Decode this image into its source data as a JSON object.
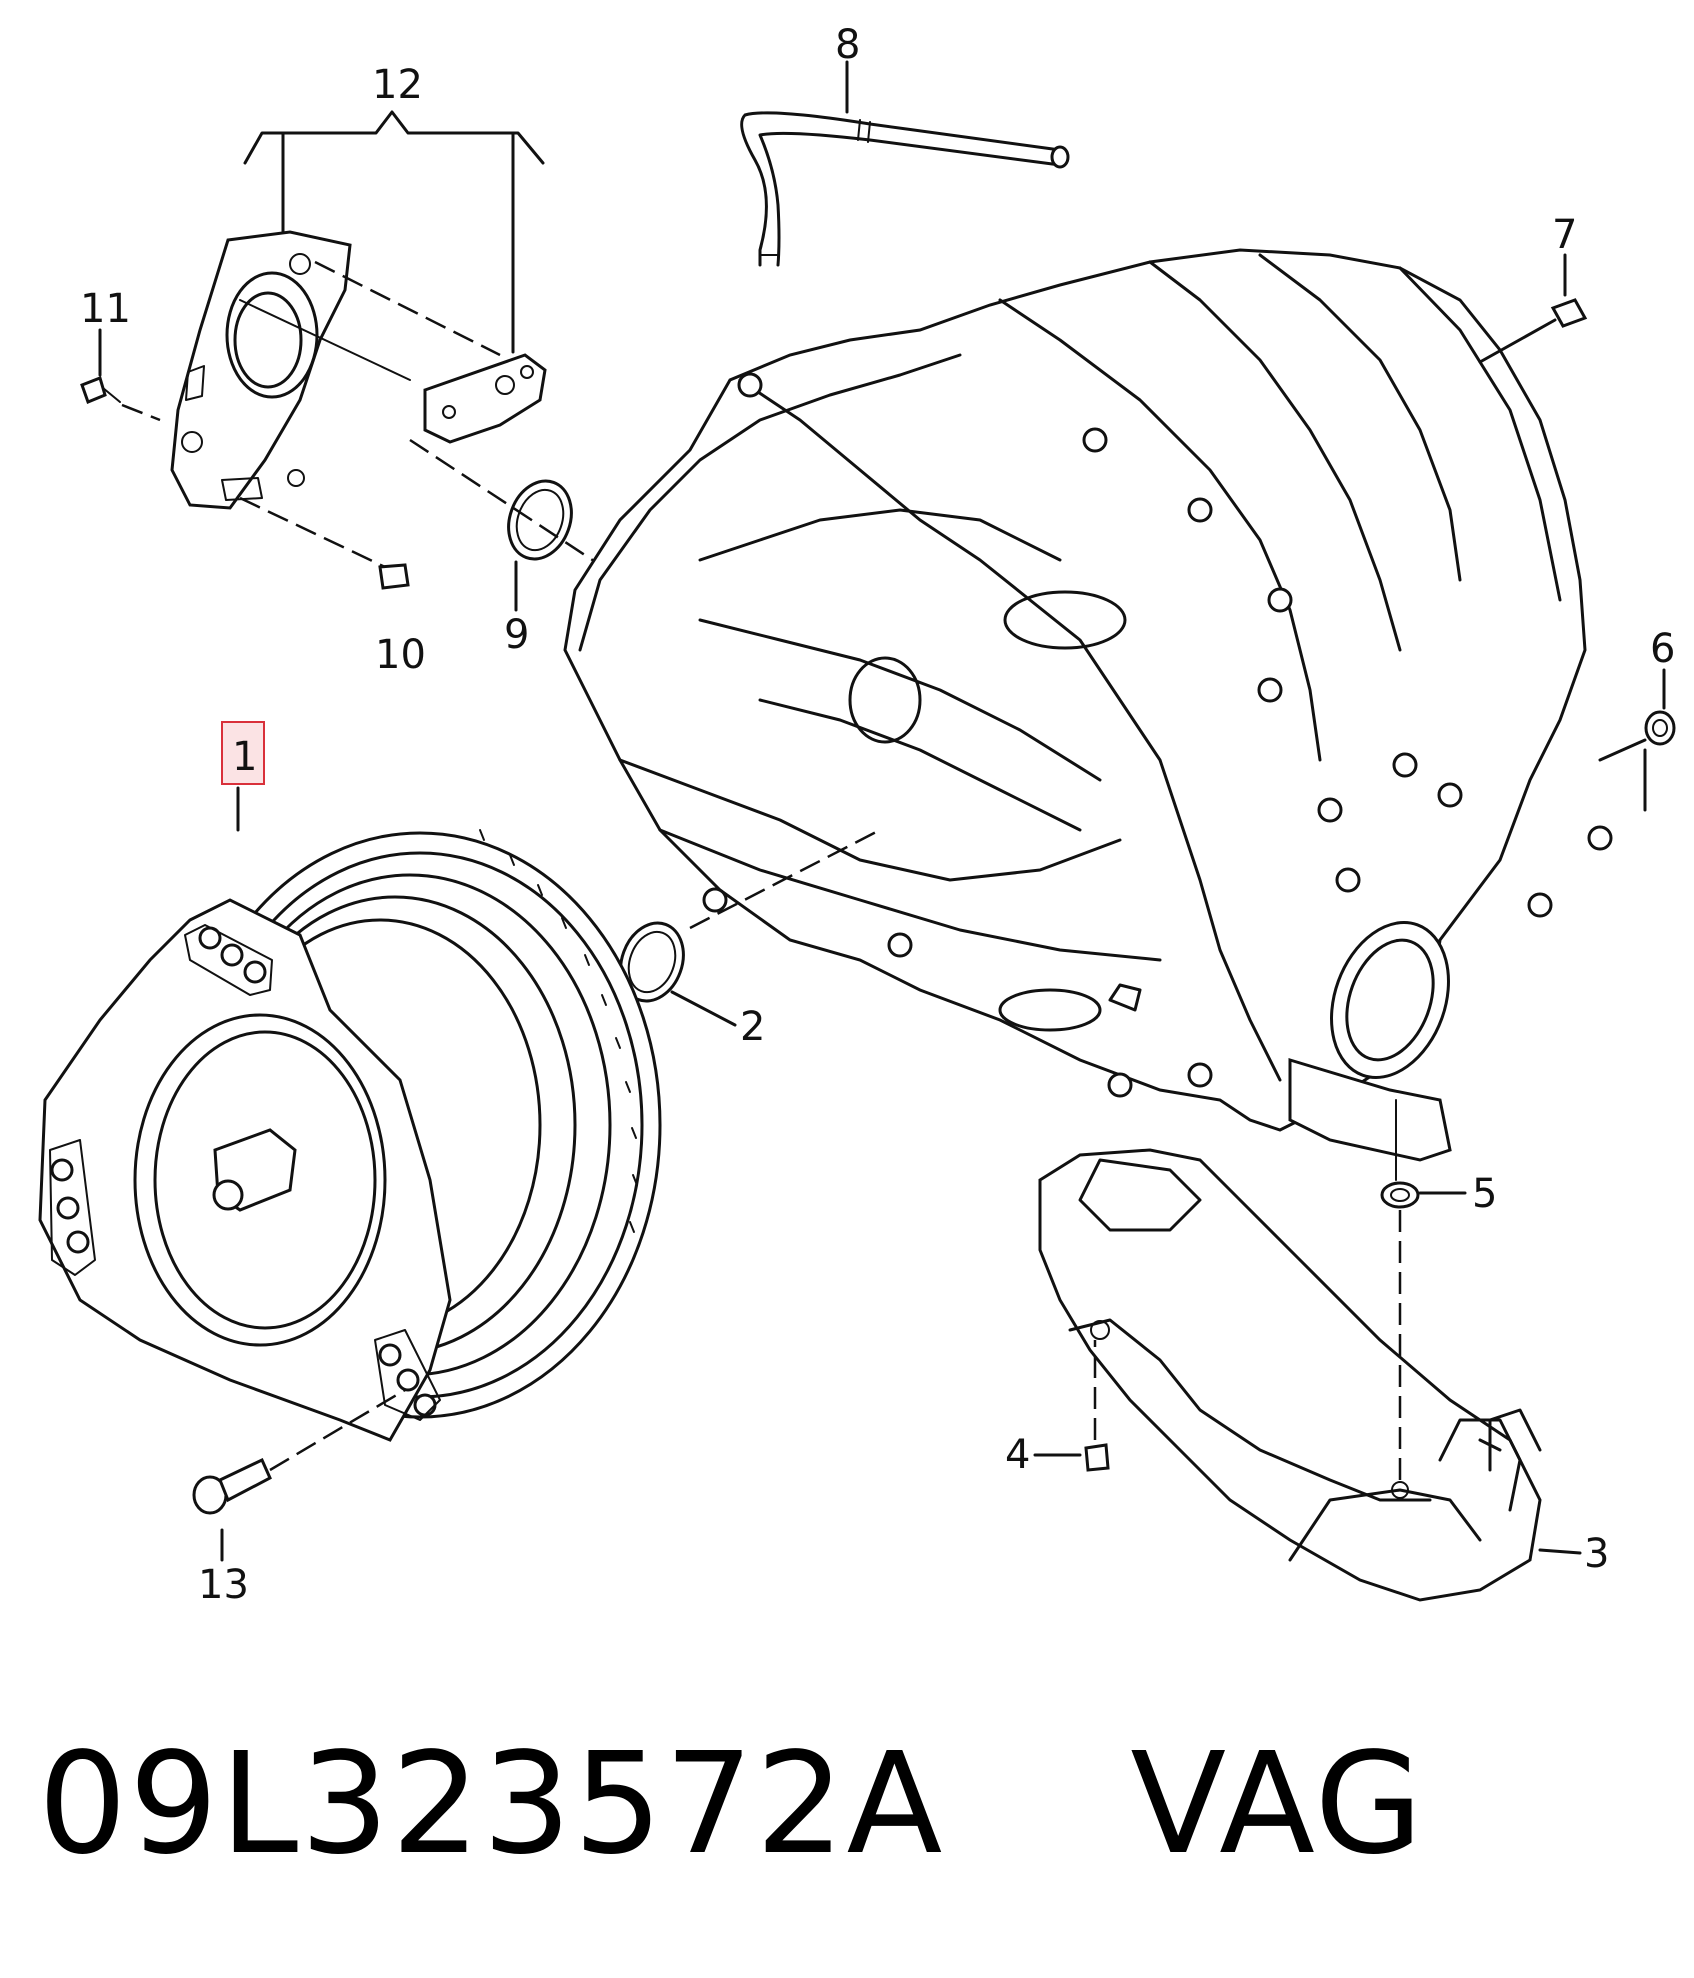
{
  "callouts": {
    "c1": "1",
    "c2": "2",
    "c3": "3",
    "c4": "4",
    "c5": "5",
    "c6": "6",
    "c7": "7",
    "c8": "8",
    "c9": "9",
    "c10": "10",
    "c11": "11",
    "c12": "12",
    "c13": "13"
  },
  "highlighted_callout": "1",
  "highlight_color": "#d9303a",
  "caption": {
    "part_number": "09L323572A",
    "brand": "VAG",
    "full": "09L323572A    VAG"
  }
}
